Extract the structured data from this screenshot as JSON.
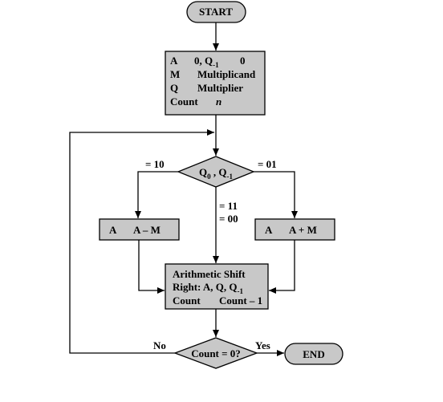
{
  "flowchart": {
    "start_label": "START",
    "init": {
      "line1": {
        "reg": "A",
        "val": "0, Q",
        "sub": "-1",
        "tail": "0"
      },
      "line2": {
        "reg": "M",
        "val": "Multiplicand"
      },
      "line3": {
        "reg": "Q",
        "val": "Multiplier"
      },
      "line4": {
        "reg": "Count",
        "val": "n"
      }
    },
    "decision1": {
      "q0": "Q",
      "q0_sub": "0",
      "sep": " , Q",
      "q1_sub": "-1"
    },
    "branch_10_label": "= 10",
    "branch_01_label": "= 01",
    "branch_mid_label_1": "= 11",
    "branch_mid_label_2": "= 00",
    "subtract_box": {
      "reg": "A",
      "op": "A – M"
    },
    "add_box": {
      "reg": "A",
      "op": "A + M"
    },
    "shift_box": {
      "line1": "Arithmetic Shift",
      "line2_pre": "Right: A, Q, Q",
      "line2_sub": "-1",
      "line3_reg": "Count",
      "line3_op": "Count – 1"
    },
    "decision2_label": "Count = 0?",
    "no_label": "No",
    "yes_label": "Yes",
    "end_label": "END"
  }
}
